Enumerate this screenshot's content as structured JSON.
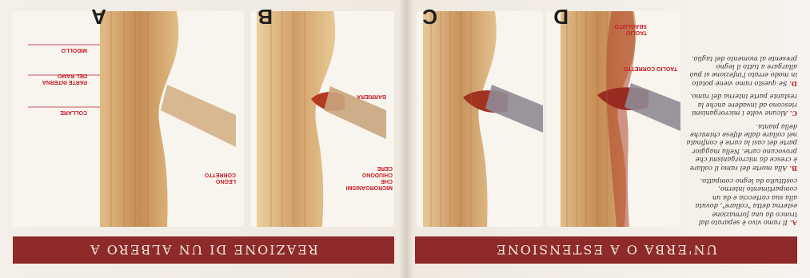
{
  "headers": {
    "left": "UN'ERBA O A ESTENSIONE",
    "right": "REAZIONE DI UN ALBERO A"
  },
  "panels": {
    "A": "A",
    "B": "B",
    "C": "C",
    "D": "D"
  },
  "labels": {
    "midollo": "MIDOLLO",
    "parte_interna": "PARTE INTERNA DEL RAMO",
    "collare": "COLLARE",
    "legno_corretto": "LEGNO CORRETTO",
    "barriera": "BARRIERA",
    "microrganismi": "MICRORGANISMI CHE CHIUDONO CERE",
    "taglio_corretto": "TAGLIO CORRETTO",
    "taglio_sbagliato": "TAGLIO SBAGLIATO"
  },
  "captions": [
    {
      "letter": "A.",
      "text": "Il ramo vivo è separato dal tronco da una formazione esterna detta \"collare\", dovuta alla sua corteccia e da un compartimento interno, costituito da legno compatto."
    },
    {
      "letter": "B.",
      "text": "Alla morte del ramo il collare è cresce da microrganismi che provocano carie. Nella maggior parte dei casi la carie è confinata nel collare dalle difese chimiche della pianta."
    },
    {
      "letter": "C.",
      "text": "Alcune volte i microrganismi riescono ad invadere anche la restante parte interna del ramo."
    },
    {
      "letter": "D.",
      "text": "Se questo ramo viene potato in modo errato l'infezione si può allargare a tutto il legno presente al momento del taglio."
    }
  ],
  "colors": {
    "banner": "#8e2a2a",
    "label_red": "#c41f2a",
    "wood_light": "#e2c08e",
    "wood_mid": "#c9935d",
    "wood_dark": "#a86d3c",
    "decay": "#9b2a20",
    "bark": "#8f8a93"
  }
}
